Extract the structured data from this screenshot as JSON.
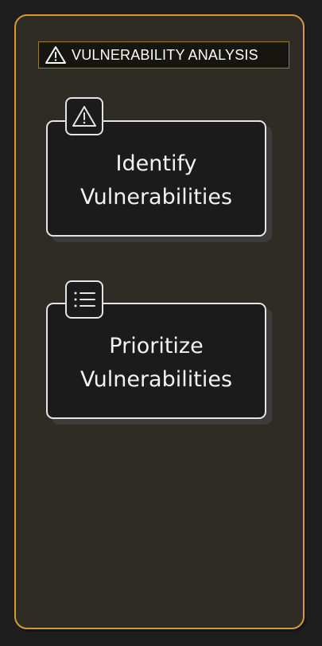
{
  "header": {
    "title": "VULNERABILITY ANALYSIS",
    "icon": "warning-triangle-icon"
  },
  "cards": [
    {
      "icon": "warning-triangle-icon",
      "line1": "Identify",
      "line2": "Vulnerabilities"
    },
    {
      "icon": "list-icon",
      "line1": "Prioritize",
      "line2": "Vulnerabilities"
    }
  ],
  "colors": {
    "background": "#1e1e1e",
    "panel_fill": "#2f2c26",
    "panel_border": "#d49a3a",
    "card_fill": "#1b1b1b",
    "card_border": "#e4e4e4"
  }
}
